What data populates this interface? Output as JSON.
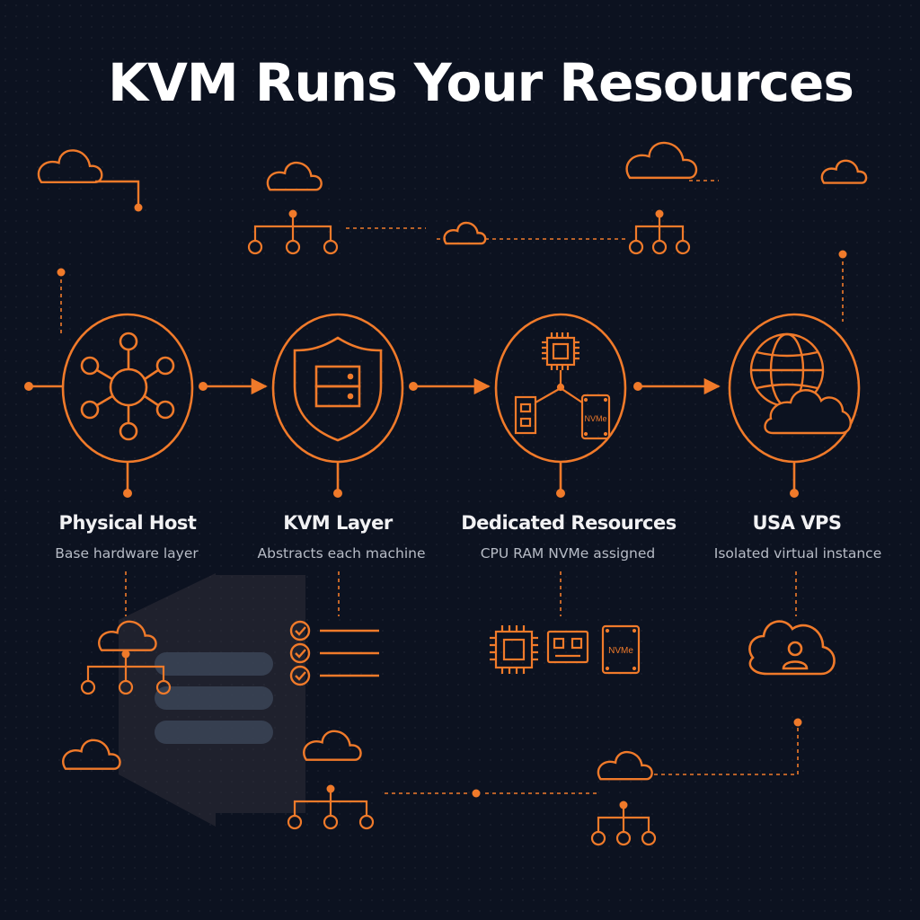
{
  "title": "KVM Runs Your Resources",
  "colors": {
    "accent": "#f07a2a",
    "background": "#0c1220",
    "text": "#ffffff",
    "subtext": "#b7bcc6"
  },
  "steps": [
    {
      "title": "Physical Host",
      "subtitle": "Base hardware layer",
      "icon": "network-hub-icon"
    },
    {
      "title": "KVM Layer",
      "subtitle": "Abstracts each machine",
      "icon": "shield-server-icon"
    },
    {
      "title": "Dedicated Resources",
      "subtitle": "CPU RAM NVMe assigned",
      "icon": "cpu-ram-nvme-icon"
    },
    {
      "title": "USA VPS",
      "subtitle": "Isolated virtual instance",
      "icon": "globe-cloud-icon"
    }
  ],
  "chip_labels": {
    "nvme": "NVMe"
  }
}
